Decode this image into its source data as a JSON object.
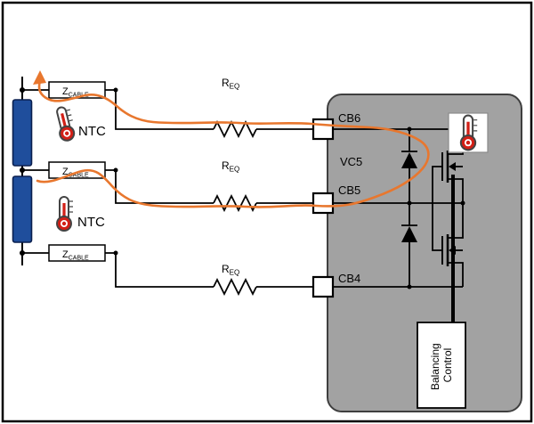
{
  "labels": {
    "z_cable": {
      "main": "Z",
      "sub": "CABLE"
    },
    "r_eq": {
      "main": "R",
      "sub": "EQ"
    },
    "ntc": "NTC",
    "pins": {
      "cb6": "CB6",
      "vc5": "VC5",
      "cb5": "CB5",
      "cb4": "CB4"
    },
    "balancing_control": {
      "line1": "Balancing",
      "line2": "Control"
    }
  },
  "colors": {
    "cell_fill": "#1F4E9C",
    "cell_stroke": "#0A1F4E",
    "ic_fill": "#A2A2A2",
    "ic_stroke": "#3F3F3F",
    "wire": "#000000",
    "highlight": "#E8772E",
    "ntc_red": "#D21F16",
    "pad_fill": "#FFFFFF"
  }
}
